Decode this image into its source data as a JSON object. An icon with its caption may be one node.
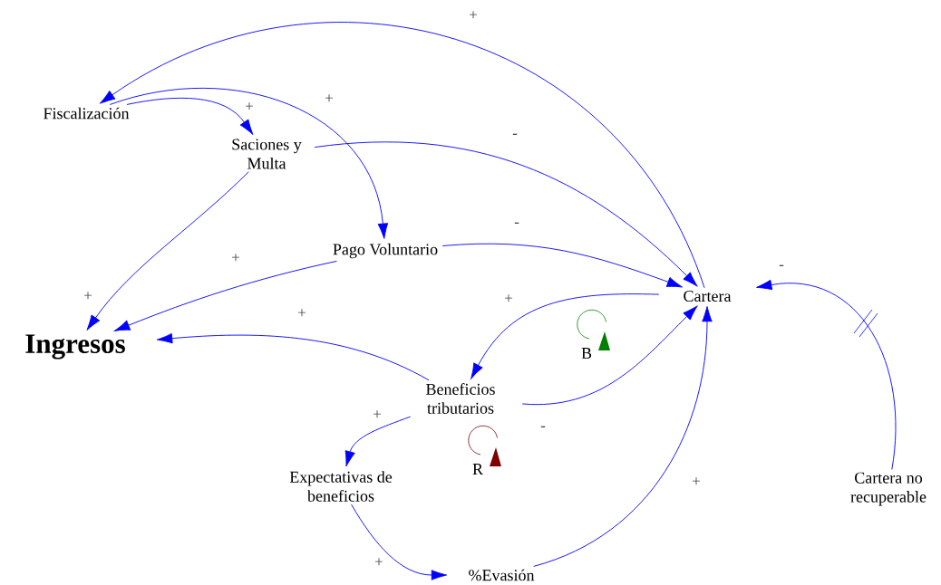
{
  "diagram": {
    "nodes": [
      {
        "text": [
          "Fiscalización"
        ]
      },
      {
        "text": [
          "Saciones y Multa"
        ]
      },
      {
        "text": [
          "Pago Voluntario"
        ]
      },
      {
        "text": [
          "Cartera"
        ]
      },
      {
        "text": [
          "Ingresos"
        ]
      },
      {
        "text": [
          "Beneficios tributarios"
        ]
      },
      {
        "text": [
          "Expectativas de beneficios"
        ]
      },
      {
        "text": [
          "%Evasión"
        ]
      },
      {
        "text": [
          "Cartera no recuperable"
        ]
      }
    ],
    "edges": [
      {
        "from": 3,
        "to": 0,
        "arrow": "to",
        "label": "+"
      },
      {
        "from": 0,
        "to": 1,
        "arrow": "to",
        "label": "+"
      },
      {
        "from": 0,
        "to": 2,
        "arrow": "to",
        "label": "+"
      },
      {
        "from": 1,
        "to": 3,
        "arrow": "to",
        "label": "-"
      },
      {
        "from": 1,
        "to": 4,
        "arrow": "to",
        "label": "+"
      },
      {
        "from": 2,
        "to": 3,
        "arrow": "to",
        "label": "-"
      },
      {
        "from": 2,
        "to": 4,
        "arrow": "to",
        "label": "+"
      },
      {
        "from": 3,
        "to": 5,
        "arrow": "to",
        "label": "+"
      },
      {
        "from": 5,
        "to": 4,
        "arrow": "to",
        "label": "+"
      },
      {
        "from": 5,
        "to": 3,
        "arrow": "to",
        "label": "-"
      },
      {
        "from": 5,
        "to": 6,
        "arrow": "to",
        "label": "+"
      },
      {
        "from": 6,
        "to": 7,
        "arrow": "to",
        "label": "+"
      },
      {
        "from": 7,
        "to": 3,
        "arrow": "to",
        "label": "+"
      },
      {
        "from": 8,
        "to": 3,
        "arrow": "to",
        "label": "-"
      }
    ],
    "labels": [
      "B",
      "R"
    ]
  }
}
